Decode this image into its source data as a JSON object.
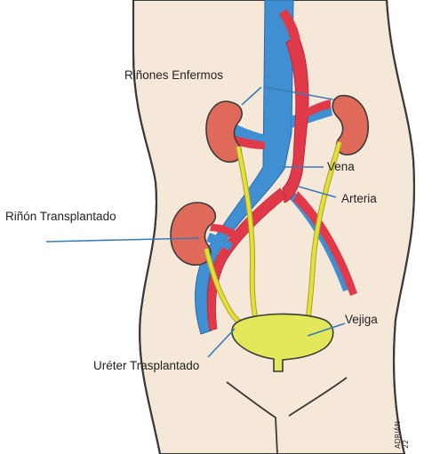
{
  "labels": {
    "diseased_kidneys": "Riñones Enfermos",
    "vein": "Vena",
    "artery": "Arteria",
    "transplanted_kidney": "Riñón Transplantado",
    "bladder": "Vejiga",
    "transplanted_ureter": "Uréter Trasplantado"
  },
  "signature": "ADRIÁN 22",
  "colors": {
    "skin": "#f6e8d8",
    "outline": "#3a3a3a",
    "vein": "#3f8fd2",
    "artery": "#e03a4a",
    "kidney": "#e06a5a",
    "ureter": "#e3e03a",
    "bladder": "#e2e85a",
    "pointer": "#3a7bb8"
  }
}
